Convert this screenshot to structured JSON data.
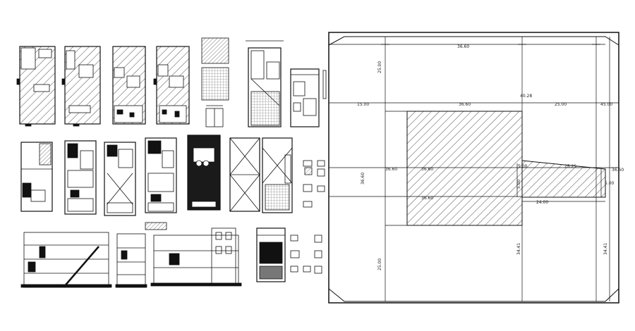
{
  "colors": {
    "ink": "#111111",
    "paper": "#ffffff",
    "hatch": "#222222",
    "fill_dark": "#1a1a1a"
  },
  "site_plan": {
    "dimensions": {
      "top_overall": "36.60",
      "left_upper": "25.00",
      "left_upper_strip": "15.00",
      "mid_block_top": "36.60",
      "upper_right_center": "40.28",
      "right_upper_strip": "25.00",
      "far_right_upper": "45.00",
      "left_overall": "36.60",
      "block_left": "36.60",
      "block_center": "36.60",
      "wedge_top": "25.25",
      "far_right_mid": "36.60",
      "small_a": "5.00",
      "small_b": "5.00",
      "wedge_right": "5.00",
      "wedge_bottom": "24.00",
      "block_lower": "36.60",
      "left_lower": "25.00",
      "center_lower": "34.41",
      "right_lower": "34.41"
    }
  }
}
